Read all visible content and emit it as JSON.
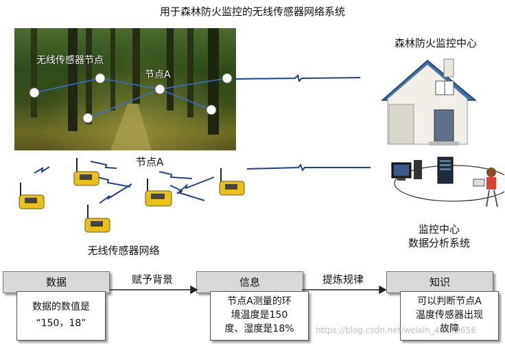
{
  "title": "用于森林防火监控的无线传感器网络系统",
  "photo": {
    "sensor_node_label": "无线传感器节点",
    "node_a_label": "节点A"
  },
  "network": {
    "node_a_label": "节点A",
    "caption": "无线传感器网络"
  },
  "center": {
    "title": "森林防火监控中心",
    "caption_line1": "监控中心",
    "caption_line2": "数据分析系统"
  },
  "flow": {
    "stages": [
      {
        "label": "数据",
        "detail_lines": [
          "数据的数值是",
          "“150，18”"
        ]
      },
      {
        "label": "信息",
        "detail_lines": [
          "节点A测量的环",
          "境温度是150",
          "度、湿度是18%"
        ]
      },
      {
        "label": "知识",
        "detail_lines": [
          "可以判断节点A",
          "温度传感器出现",
          "故障"
        ]
      }
    ],
    "transitions": [
      "赋予背景",
      "提炼规律"
    ]
  },
  "watermark": "https://blog.csdn.net/weixin_42079656",
  "colors": {
    "link_line": "#1f3f8f",
    "stage_fill": "#d9d9d9",
    "sensor_yellow": "#e8c21a",
    "roof_blue": "#3e6ea8"
  }
}
